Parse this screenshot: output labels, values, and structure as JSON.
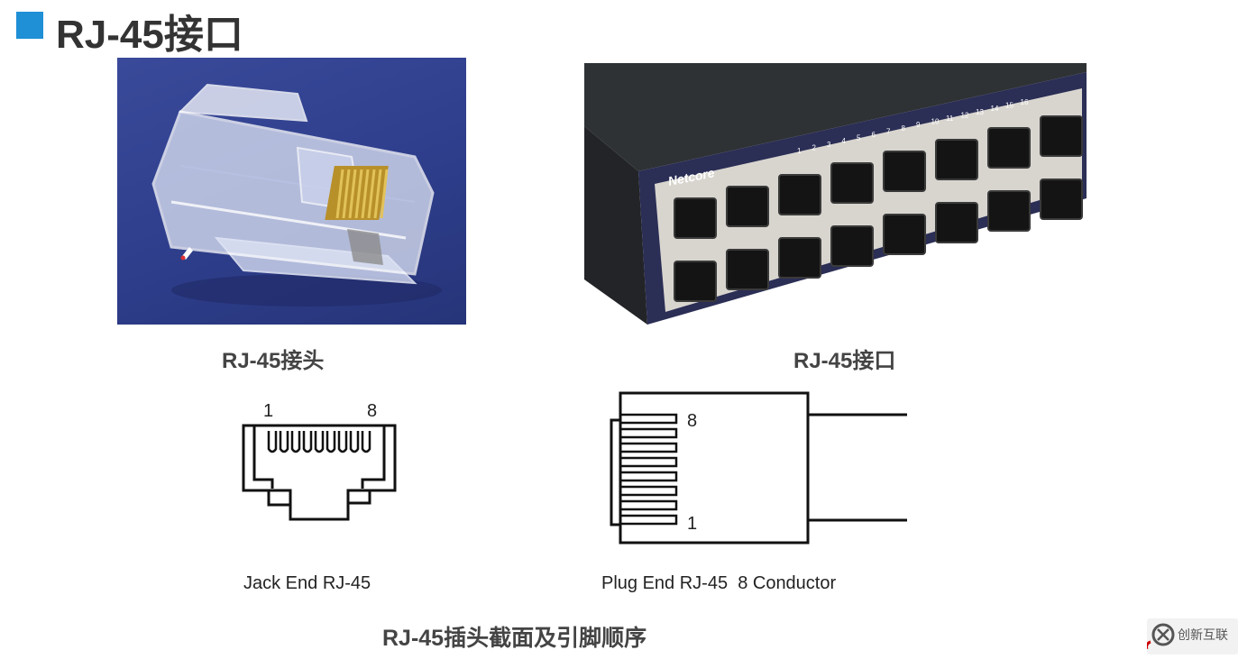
{
  "header": {
    "title": "RJ-45接口",
    "accent_color": "#1f8fd6"
  },
  "photos": {
    "connector_caption": "RJ-45接头",
    "port_caption": "RJ-45接口",
    "switch_brand": "Netcore",
    "switch_port_numbers": [
      "1",
      "2",
      "3",
      "4",
      "5",
      "6",
      "7",
      "8",
      "9",
      "10",
      "11",
      "12",
      "13",
      "14",
      "15",
      "16"
    ]
  },
  "diagrams": {
    "jack_pin_first": "1",
    "jack_pin_last": "8",
    "jack_caption": "Jack End RJ-45",
    "plug_pin_top": "8",
    "plug_pin_bottom": "1",
    "plug_caption": "Plug End RJ-45  8 Conductor"
  },
  "footer": {
    "caption": "RJ-45插头截面及引脚顺序",
    "watermark_text": "创新互联"
  }
}
